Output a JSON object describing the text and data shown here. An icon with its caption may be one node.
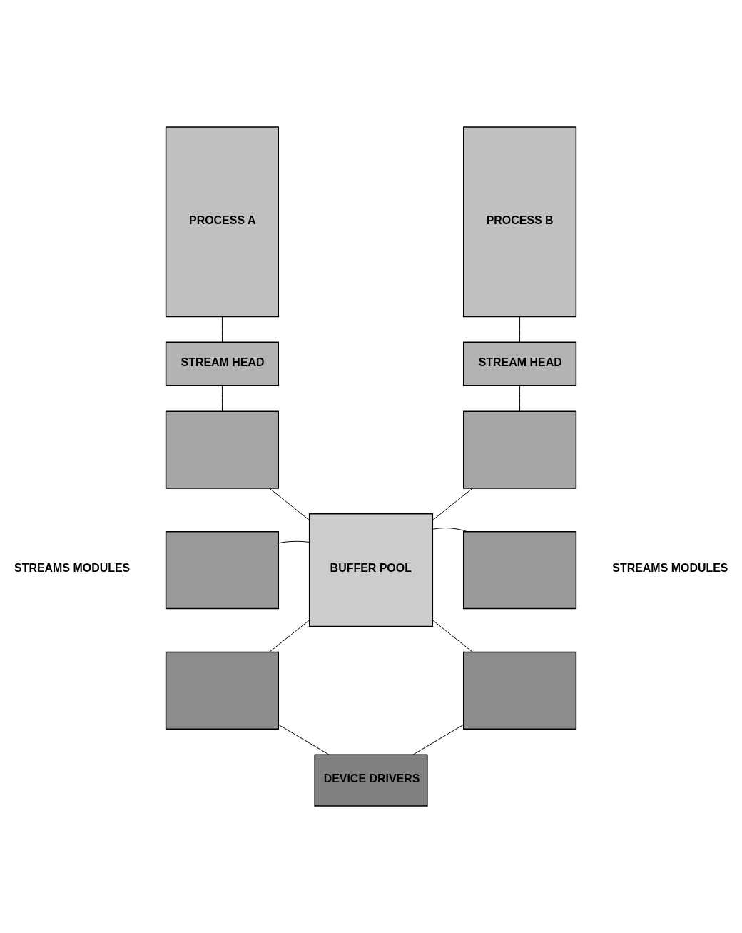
{
  "diagram": {
    "nodes": [
      {
        "text": [
          "PROCESS A"
        ]
      },
      {
        "text": [
          "PROCESS B"
        ]
      },
      {
        "text": [
          "STREAM HEAD"
        ]
      },
      {
        "text": [
          "STREAM HEAD"
        ]
      },
      {
        "text": [],
        "shape": "box"
      },
      {
        "text": [],
        "shape": "box"
      },
      {
        "text": [],
        "shape": "box"
      },
      {
        "text": [],
        "shape": "box"
      },
      {
        "text": [],
        "shape": "box"
      },
      {
        "text": [],
        "shape": "box"
      },
      {
        "text": [
          "BUFFER POOL"
        ]
      },
      {
        "text": [
          "DEVICE DRIVERS"
        ]
      }
    ],
    "edges": [
      {
        "from": 0,
        "to": 2,
        "arrow": "none"
      },
      {
        "from": 1,
        "to": 3,
        "arrow": "none"
      },
      {
        "from": 2,
        "to": 4,
        "arrow": "none"
      },
      {
        "from": 3,
        "to": 7,
        "arrow": "none"
      },
      {
        "from": 4,
        "to": 10,
        "arrow": "none"
      },
      {
        "from": 5,
        "to": 10,
        "arrow": "none"
      },
      {
        "from": 6,
        "to": 10,
        "arrow": "none"
      },
      {
        "from": 10,
        "to": 7,
        "arrow": "none"
      },
      {
        "from": 10,
        "to": 8,
        "arrow": "none"
      },
      {
        "from": 10,
        "to": 9,
        "arrow": "none"
      },
      {
        "from": 6,
        "to": 11,
        "arrow": "none"
      },
      {
        "from": 9,
        "to": 11,
        "arrow": "none"
      }
    ],
    "labels": [
      "STREAMS MODULES",
      "STREAMS MODULES"
    ]
  }
}
